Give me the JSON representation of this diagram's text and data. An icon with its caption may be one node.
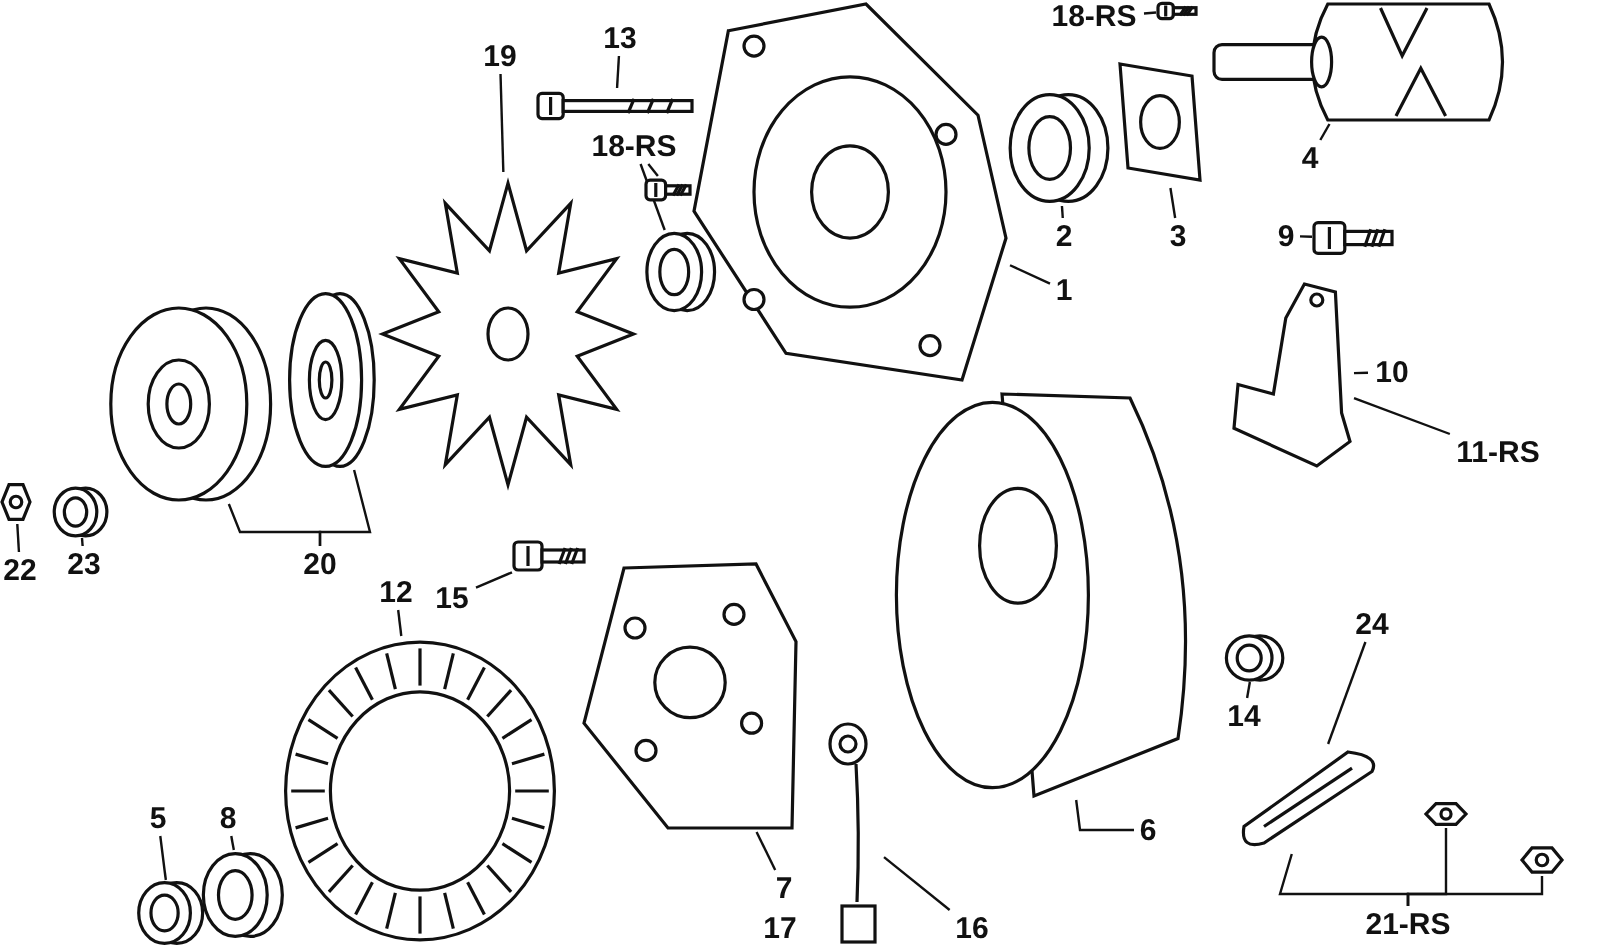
{
  "diagram": {
    "nodes": [
      {
        "text": [
          "18-RS"
        ]
      },
      {
        "text": [],
        "shape": "picture"
      },
      {
        "text": [
          "19"
        ]
      },
      {
        "text": [],
        "shape": "picture"
      },
      {
        "text": [
          "13"
        ]
      },
      {
        "text": [],
        "shape": "picture"
      },
      {
        "text": [
          "18-RS"
        ]
      },
      {
        "text": [],
        "shape": "picture"
      },
      {
        "text": [],
        "shape": "picture"
      },
      {
        "text": [],
        "shape": "picture"
      },
      {
        "text": [
          "1"
        ]
      },
      {
        "text": [],
        "shape": "picture"
      },
      {
        "text": [
          "2"
        ]
      },
      {
        "text": [],
        "shape": "picture"
      },
      {
        "text": [
          "3"
        ]
      },
      {
        "text": [],
        "shape": "picture"
      },
      {
        "text": [
          "4"
        ]
      },
      {
        "text": [
          "9"
        ]
      },
      {
        "text": [],
        "shape": "picture"
      },
      {
        "text": [],
        "shape": "picture"
      },
      {
        "text": [
          "10"
        ]
      },
      {
        "text": [
          "11-RS"
        ]
      },
      {
        "text": [],
        "shape": "picture"
      },
      {
        "text": [],
        "shape": "picture"
      },
      {
        "text": [],
        "shape": "picture"
      },
      {
        "text": [],
        "shape": "picture"
      },
      {
        "text": [
          "22"
        ]
      },
      {
        "text": [
          "23"
        ]
      },
      {
        "text": [
          "20"
        ]
      },
      {
        "text": [
          "15"
        ]
      },
      {
        "text": [],
        "shape": "picture"
      },
      {
        "text": [
          "12"
        ]
      },
      {
        "text": [],
        "shape": "picture"
      },
      {
        "text": [],
        "shape": "picture"
      },
      {
        "text": [],
        "shape": "picture"
      },
      {
        "text": [],
        "shape": "picture"
      },
      {
        "text": [
          "14"
        ]
      },
      {
        "text": [
          "6"
        ]
      },
      {
        "text": [
          "24"
        ]
      },
      {
        "text": [],
        "shape": "picture"
      },
      {
        "text": [],
        "shape": "picture"
      },
      {
        "text": [],
        "shape": "picture"
      },
      {
        "text": [
          "5"
        ]
      },
      {
        "text": [],
        "shape": "picture"
      },
      {
        "text": [
          "8"
        ]
      },
      {
        "text": [],
        "shape": "picture"
      },
      {
        "text": [
          "7"
        ]
      },
      {
        "text": [
          "17"
        ]
      },
      {
        "text": [],
        "shape": "picture"
      },
      {
        "text": [
          "16"
        ]
      },
      {
        "text": [
          "21-RS"
        ]
      }
    ],
    "edges": [
      {
        "from": 0,
        "to": 1,
        "arrow": "none"
      },
      {
        "from": 2,
        "to": 3,
        "arrow": "none"
      },
      {
        "from": 4,
        "to": 5,
        "arrow": "none"
      },
      {
        "from": 6,
        "to": 7,
        "arrow": "none"
      },
      {
        "from": 6,
        "to": 8,
        "arrow": "none"
      },
      {
        "from": 10,
        "to": 9,
        "arrow": "none"
      },
      {
        "from": 12,
        "to": 11,
        "arrow": "none"
      },
      {
        "from": 14,
        "to": 13,
        "arrow": "none"
      },
      {
        "from": 16,
        "to": 15,
        "arrow": "none"
      },
      {
        "from": 17,
        "to": 18,
        "arrow": "none"
      },
      {
        "from": 20,
        "to": 19,
        "arrow": "none"
      },
      {
        "from": 21,
        "to": 19,
        "arrow": "none"
      },
      {
        "from": 26,
        "to": 22,
        "arrow": "none"
      },
      {
        "from": 27,
        "to": 23,
        "arrow": "none"
      },
      {
        "from": 28,
        "to": 24,
        "arrow": "none"
      },
      {
        "from": 28,
        "to": 25,
        "arrow": "none"
      },
      {
        "from": 29,
        "to": 30,
        "arrow": "none"
      },
      {
        "from": 31,
        "to": 32,
        "arrow": "none"
      },
      {
        "from": 46,
        "to": 33,
        "arrow": "none"
      },
      {
        "from": 37,
        "to": 34,
        "arrow": "none"
      },
      {
        "from": 36,
        "to": 35,
        "arrow": "none"
      },
      {
        "from": 38,
        "to": 39,
        "arrow": "none"
      },
      {
        "from": 50,
        "to": 39,
        "arrow": "none"
      },
      {
        "from": 50,
        "to": 40,
        "arrow": "none"
      },
      {
        "from": 50,
        "to": 41,
        "arrow": "none"
      },
      {
        "from": 42,
        "to": 43,
        "arrow": "none"
      },
      {
        "from": 44,
        "to": 45,
        "arrow": "none"
      },
      {
        "from": 49,
        "to": 48,
        "arrow": "none"
      }
    ]
  }
}
